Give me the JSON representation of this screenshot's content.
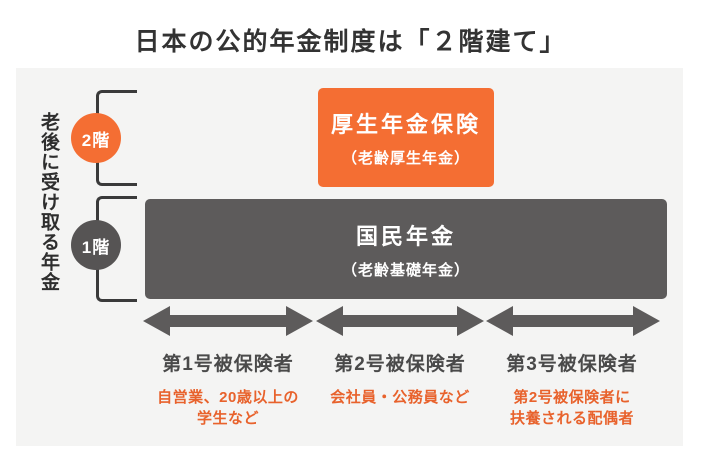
{
  "title": "日本の公的年金制度は「２階建て」",
  "side_label": "老後に受け取る年金",
  "colors": {
    "accent_orange": "#f46e33",
    "accent_orange_text": "#e8622c",
    "dark_gray": "#5d5b5b",
    "panel_background": "#f4f4f3",
    "title_ink": "#333333"
  },
  "floors": [
    {
      "badge": "2階",
      "box_title": "厚生年金保険",
      "box_subtitle": "（老齢厚生年金）"
    },
    {
      "badge": "1階",
      "box_title": "国民年金",
      "box_subtitle": "（老齢基礎年金）"
    }
  ],
  "categories": [
    {
      "label": "第1号被保険者",
      "description": "自営業、20歳以上の\n学生など"
    },
    {
      "label": "第2号被保険者",
      "description": "会社員・公務員など"
    },
    {
      "label": "第3号被保険者",
      "description": "第2号被保険者に\n扶養される配偶者"
    }
  ]
}
